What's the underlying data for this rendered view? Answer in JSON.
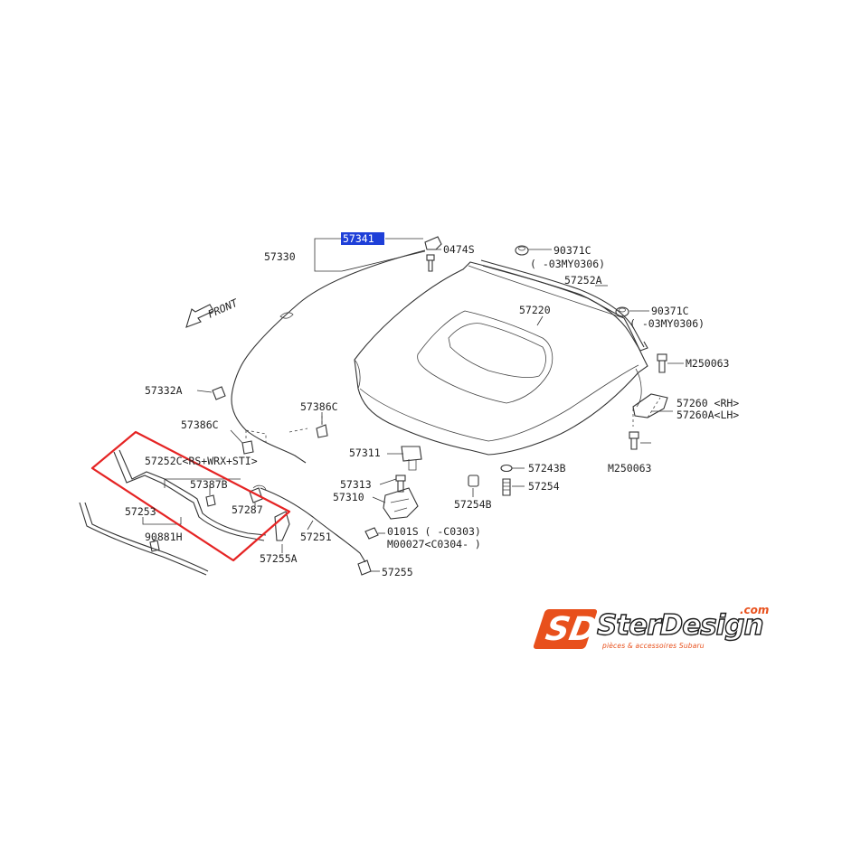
{
  "diagram": {
    "front_label": "FRONT",
    "highlighted_part": "57341",
    "labels": {
      "p57341": "57341",
      "p57330": "57330",
      "p0474S": "0474S",
      "p90371C_a": "90371C",
      "p90371C_a_note": "(        -03MY0306)",
      "p57252A": "57252A",
      "p57220": "57220",
      "p90371C_b": "90371C",
      "p90371C_b_note": "(        -03MY0306)",
      "pM250063_a": "M250063",
      "p57260": "57260 <RH>",
      "p57260A": "57260A<LH>",
      "pM250063_b": "M250063",
      "p57332A": "57332A",
      "p57386C_a": "57386C",
      "p57386C_b": "57386C",
      "p57311": "57311",
      "p57243B": "57243B",
      "p57313": "57313",
      "p57310": "57310",
      "p57254B": "57254B",
      "p57254": "57254",
      "p57252C": "57252C<RS+WRX+STI>",
      "p57387B": "57387B",
      "p57287": "57287",
      "p57253": "57253",
      "p90881H": "90881H",
      "p57251": "57251",
      "p57255A": "57255A",
      "p0101S": "0101S   (       -C0303)",
      "pM00027": "M00027<C0304-       )",
      "p57255": "57255"
    }
  },
  "branding": {
    "logo_letters": "SD",
    "name": "SterDesign",
    "domain": ".com",
    "tagline": "pièces & accessoires Subaru",
    "accent_color": "#e8501c"
  }
}
